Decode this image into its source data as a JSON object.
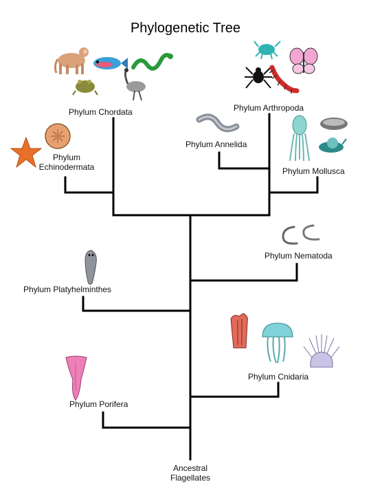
{
  "title": "Phylogenetic Tree",
  "root": [
    "Ancestral",
    "Flagellates"
  ],
  "phyla": {
    "chordata": "Phylum Chordata",
    "arthropoda": "Phylum Arthropoda",
    "annelida": "Phylum Annelida",
    "echinodermata": [
      "Phylum",
      "Echinodermata"
    ],
    "mollusca": "Phylum Mollusca",
    "nematoda": "Phylum Nematoda",
    "platyhelminthes": "Phylum Platyhelminthes",
    "cnidaria": "Phylum Cnidaria",
    "porifera": "Phylum Porifera"
  },
  "colors": {
    "line": "#000000",
    "sponge": "#ee7fb8",
    "coral": "#e36a5a",
    "jelly": "#7fd3d8",
    "anemone": "#c9c3e6",
    "snake": "#2a9a3a",
    "fish": "#3aa0d8",
    "starfish": "#e8702a",
    "crab": "#2fb3b3",
    "butterfly": "#f2a7d2",
    "centipede": "#d02a2a",
    "squid": "#8fd5cf"
  },
  "icons": [
    "monkey-icon",
    "fish-icon",
    "snake-icon",
    "frog-icon",
    "crane-icon",
    "crab-icon",
    "butterfly-icon",
    "spider-icon",
    "centipede-icon",
    "earthworm-icon",
    "squid-icon",
    "clam-icon",
    "snail-icon",
    "starfish-icon",
    "sand-dollar-icon",
    "roundworm-icon",
    "flatworm-icon",
    "coral-icon",
    "jellyfish-icon",
    "sea-anemone-icon",
    "sponge-icon"
  ]
}
